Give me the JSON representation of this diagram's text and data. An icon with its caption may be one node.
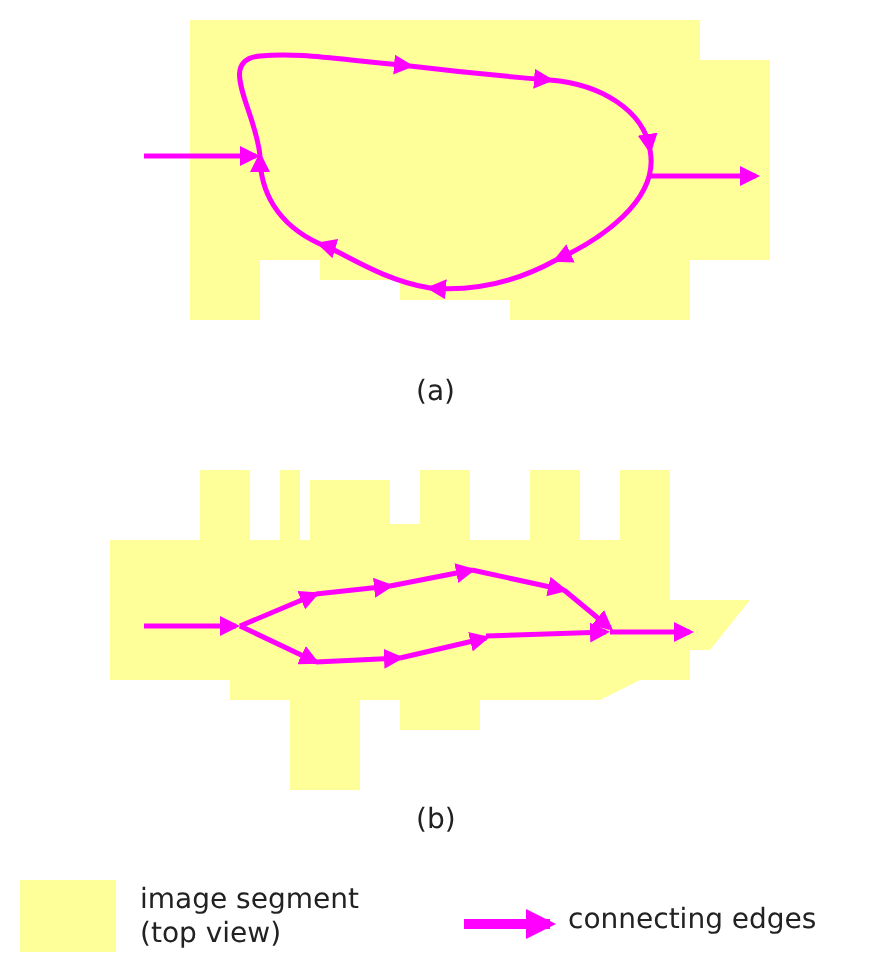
{
  "diagram": {
    "labels": [
      "(a)",
      "(b)"
    ],
    "legend": [
      {
        "text": "image segment (top view)",
        "color": "#ffff99"
      },
      {
        "text": "connecting edges"
      }
    ]
  }
}
